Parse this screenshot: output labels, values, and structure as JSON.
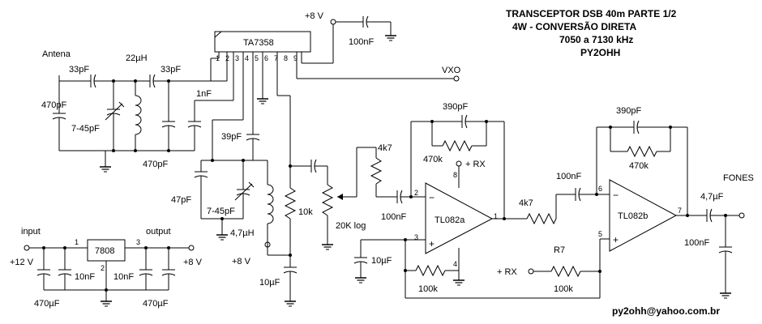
{
  "title": {
    "line1": "TRANSCEPTOR DSB 40m  PARTE 1/2",
    "line2": "4W    - CONVERSÃO DIRETA",
    "line3": "7050   a  7130 kHz",
    "line4": "PY2OHH"
  },
  "email": "py2ohh@yahoo.com.br",
  "labels": {
    "v8_top": "+8 V",
    "c_100nF_top": "100nF",
    "ta7358": "TA7358",
    "vxo": "VXO",
    "antena": "Antena",
    "c33pF_a": "33pF",
    "l22uH": "22µH",
    "c33pF_b": "33pF",
    "c470pF_a": "470pF",
    "c7_45pF_a": "7-45pF",
    "c470pF_b": "470pF",
    "c1nF": "1nF",
    "c39pF": "39pF",
    "c47pF": "47pF",
    "c7_45pF_b": "7-45pF",
    "l4_7uH": "4,7µH",
    "v8_mid": "+8 V",
    "r10k": "10k",
    "c10uF_a": "10µF",
    "r4k7_a": "4k7",
    "pot20k": "20K log",
    "c100nF_a": "100nF",
    "c390pF_a": "390pF",
    "r470k_a": "470k",
    "rx_a": "+ RX",
    "opa": "TL082a",
    "c10uF_b": "10µF",
    "r100k_a": "100k",
    "rx_b": "+ RX",
    "r4k7_b": "4k7",
    "c100nF_b": "100nF",
    "r7": "R7",
    "r100k_b": "100k",
    "c390pF_b": "390pF",
    "r470k_b": "470k",
    "opb": "TL082b",
    "fones": "FONES",
    "c4_7uF": "4,7µF",
    "c100nF_c": "100nF",
    "input": "input",
    "v12": "+12 V",
    "c470uF_a": "470µF",
    "c10nF_a": "10nF",
    "reg": "7808",
    "c10nF_b": "10nF",
    "output": "output",
    "v8_reg": "+8 V",
    "c470uF_b": "470µF"
  },
  "pins": {
    "ic": [
      "1",
      "2",
      "3",
      "4",
      "5",
      "6",
      "7",
      "8",
      "9"
    ],
    "opa_2": "2",
    "opa_3": "3",
    "opa_1": "1",
    "opa_8": "8",
    "opa_4": "4",
    "opb_6": "6",
    "opb_5": "5",
    "opb_7": "7",
    "reg_1": "1",
    "reg_2": "2",
    "reg_3": "3"
  }
}
